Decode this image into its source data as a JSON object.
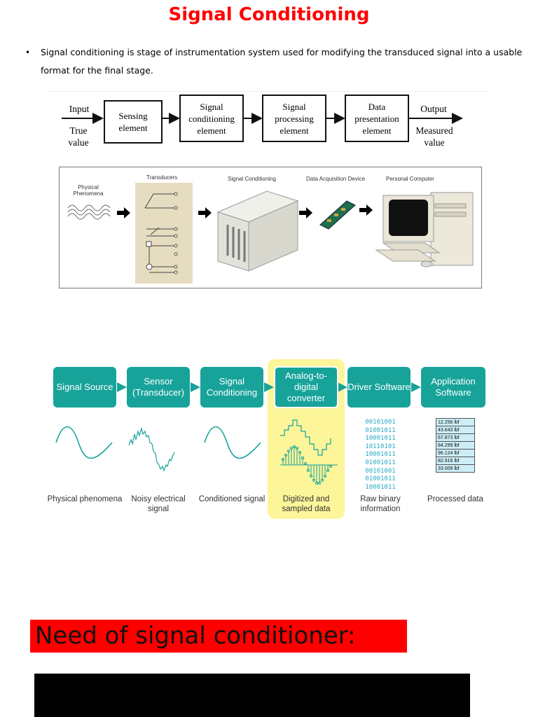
{
  "page": {
    "title": "Signal Conditioning",
    "bullet": "Signal conditioning is stage of instrumentation system used for modifying the transduced signal into a usable format for the final stage."
  },
  "block_diagram": {
    "input_label": "Input",
    "true_value_label": "True value",
    "output_label": "Output",
    "measured_value_label": "Measured value",
    "stages": [
      "Sensing element",
      "Signal conditioning element",
      "Signal processing element",
      "Data presentation element"
    ]
  },
  "system_diagram": {
    "labels": {
      "physical": "Physical Phenomena",
      "transducers": "Transducers",
      "signal_conditioning": "Signal Conditioning",
      "daq": "Data Acquisition Device",
      "pc": "Personal Computer"
    }
  },
  "daq_chain": {
    "stages": [
      "Signal Source",
      "Sensor (Transducer)",
      "Signal Conditioning",
      "Analog-to-digital converter",
      "Driver Software",
      "Application Software"
    ],
    "captions": [
      "Physical phenomena",
      "Noisy electrical signal",
      "Conditioned signal",
      "Digitized and sampled data",
      "Raw binary information",
      "Processed data"
    ],
    "binary": [
      "00101001",
      "01001011",
      "10001011",
      "10110101",
      "10001011",
      "01001011",
      "00101001",
      "01001011",
      "10001011"
    ],
    "processed": [
      "12.256 lbf",
      "43.643 lbf",
      "67.873 lbf",
      "84.299 lbf",
      "96.124 lbf",
      "82.916 lbf",
      "33.009 lbf"
    ],
    "colors": {
      "stage": "#17a39a",
      "highlight": "#fcf59a",
      "wave": "#17a39a",
      "binary": "#29a9c7"
    }
  },
  "section": {
    "heading": "Need of signal conditioner:"
  }
}
